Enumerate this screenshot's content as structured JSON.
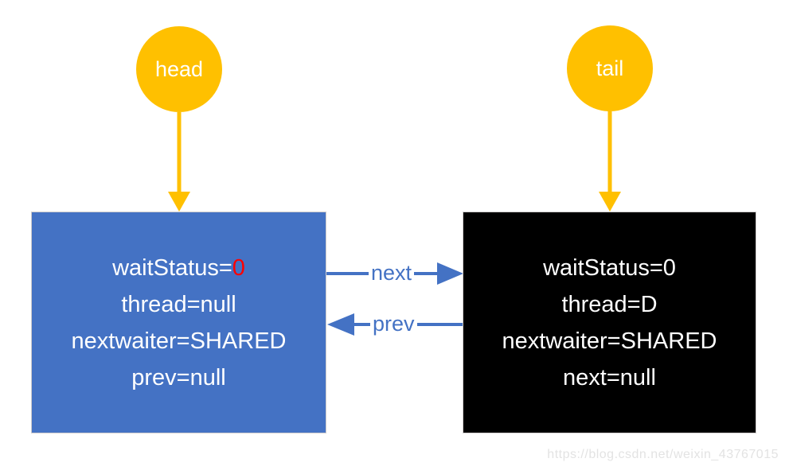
{
  "pointers": {
    "head": {
      "label": "head"
    },
    "tail": {
      "label": "tail"
    }
  },
  "nodes": {
    "left": {
      "wait_status_label": "waitStatus=",
      "wait_status_value": "0",
      "thread": "thread=null",
      "nextwaiter": "nextwaiter=SHARED",
      "link": "prev=null"
    },
    "right": {
      "wait_status": "waitStatus=0",
      "thread": "thread=D",
      "nextwaiter": "nextwaiter=SHARED",
      "link": "next=null"
    }
  },
  "edges": {
    "next_label": "next",
    "prev_label": "prev"
  },
  "watermark": "https://blog.csdn.net/weixin_43767015",
  "colors": {
    "pointer_fill": "#FFC000",
    "left_node_fill": "#4472C4",
    "right_node_fill": "#000000",
    "edge_color": "#4472C4",
    "highlight_value": "#FF0000",
    "node_text": "#FFFFFF",
    "watermark_text": "#E3E3E3"
  }
}
